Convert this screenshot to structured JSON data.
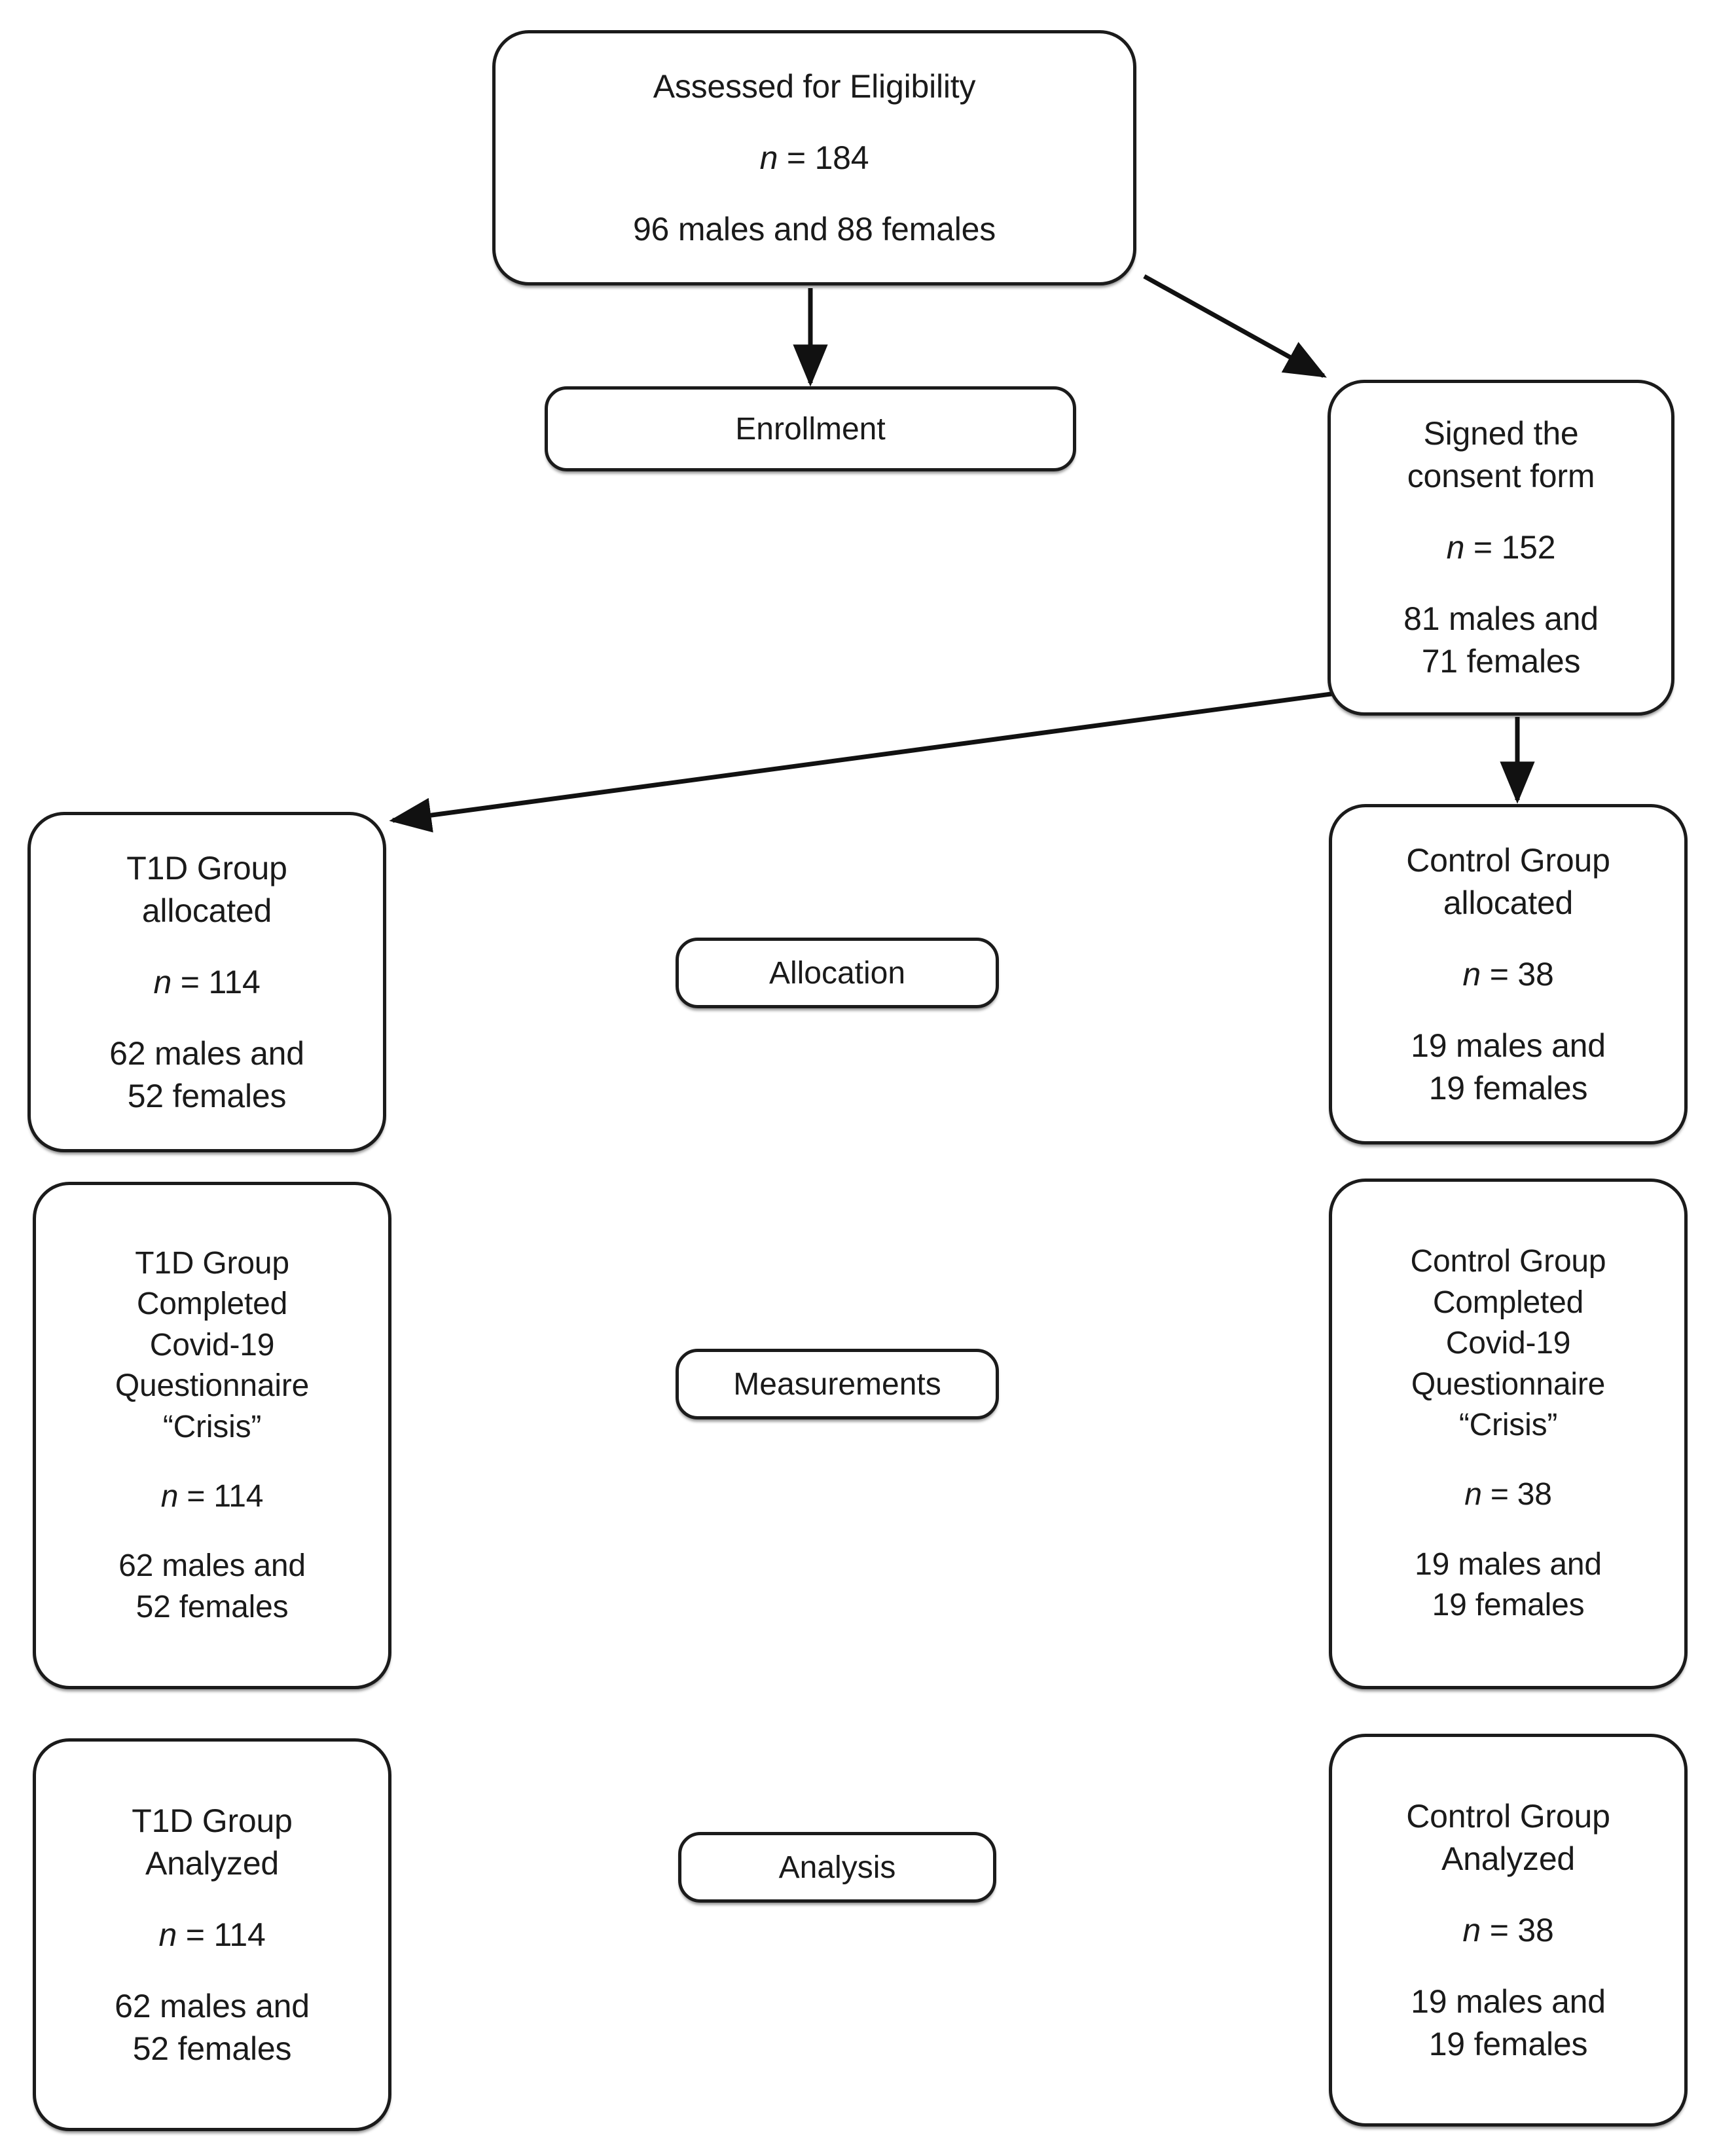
{
  "diagram": {
    "type": "consort-flow-diagram",
    "stroke_color": "#1b1b1b",
    "background_color": "#ffffff",
    "stages": [
      {
        "key": "enrollment",
        "label": "Enrollment"
      },
      {
        "key": "allocation",
        "label": "Allocation"
      },
      {
        "key": "measurements",
        "label": "Measurements"
      },
      {
        "key": "analysis",
        "label": "Analysis"
      }
    ],
    "nodes": {
      "assessed": {
        "title": "Assessed for Eligibility",
        "n_prefix": "n",
        "n_eq": " = ",
        "n_value": "184",
        "sex_line1": "96 males and 88 females",
        "sex_line2": ""
      },
      "consent": {
        "title_line1": "Signed the",
        "title_line2": "consent form",
        "n_prefix": "n",
        "n_eq": " = ",
        "n_value": "152",
        "sex_line1": "81 males and",
        "sex_line2": "71 females"
      },
      "t1d_allocated": {
        "title_line1": "T1D Group",
        "title_line2": "allocated",
        "n_prefix": "n",
        "n_eq": " = ",
        "n_value": "114",
        "sex_line1": "62 males and",
        "sex_line2": "52 females"
      },
      "control_allocated": {
        "title_line1": "Control Group",
        "title_line2": "allocated",
        "n_prefix": "n",
        "n_eq": " = ",
        "n_value": "38",
        "sex_line1": "19 males and",
        "sex_line2": "19 females"
      },
      "t1d_measured": {
        "title_line1": "T1D Group",
        "title_line2": "Completed",
        "title_line3": "Covid-19",
        "title_line4": "Questionnaire",
        "title_line5": "“Crisis”",
        "n_prefix": "n",
        "n_eq": " = ",
        "n_value": "114",
        "sex_line1": "62 males and",
        "sex_line2": "52 females"
      },
      "control_measured": {
        "title_line1": "Control Group",
        "title_line2": "Completed",
        "title_line3": "Covid-19",
        "title_line4": "Questionnaire",
        "title_line5": "“Crisis”",
        "n_prefix": "n",
        "n_eq": " = ",
        "n_value": "38",
        "sex_line1": "19 males and",
        "sex_line2": "19 females"
      },
      "t1d_analyzed": {
        "title_line1": "T1D Group",
        "title_line2": "Analyzed",
        "n_prefix": "n",
        "n_eq": " = ",
        "n_value": "114",
        "sex_line1": "62 males and",
        "sex_line2": "52 females"
      },
      "control_analyzed": {
        "title_line1": "Control Group",
        "title_line2": "Analyzed",
        "n_prefix": "n",
        "n_eq": " = ",
        "n_value": "38",
        "sex_line1": "19 males and",
        "sex_line2": "19 females"
      }
    },
    "edges": [
      {
        "from": "assessed",
        "to": "enrollment",
        "style": "vertical-arrow"
      },
      {
        "from": "assessed",
        "to": "consent",
        "style": "diagonal-arrow"
      },
      {
        "from": "consent",
        "to": "t1d_allocated",
        "style": "diagonal-arrow"
      },
      {
        "from": "consent",
        "to": "control_allocated",
        "style": "vertical-arrow"
      }
    ]
  }
}
